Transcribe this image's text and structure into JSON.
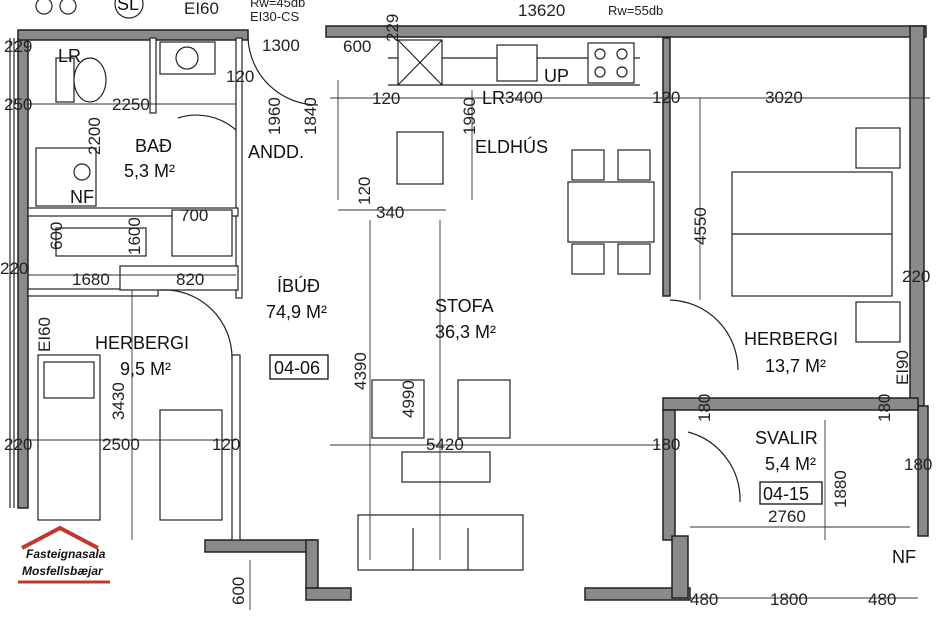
{
  "rooms": {
    "bad": {
      "name": "BAÐ",
      "area": "5,3 M²"
    },
    "andd": {
      "name": "ANDD."
    },
    "eldhus": {
      "name": "ELDHÚS"
    },
    "ibud": {
      "name": "ÍBÚÐ",
      "area": "74,9 M²",
      "number": "04-06"
    },
    "stofa": {
      "name": "STOFA",
      "area": "36,3 M²"
    },
    "herbergi_left": {
      "name": "HERBERGI",
      "area": "9,5 M²"
    },
    "herbergi_right": {
      "name": "HERBERGI",
      "area": "13,7 M²"
    },
    "svalir": {
      "name": "SVALIR",
      "area": "5,4 M²",
      "number": "04-15"
    }
  },
  "labels": {
    "lr_bath": "LR",
    "nf_bath": "NF",
    "lr_kitchen": "LR",
    "up": "UP",
    "nf_balcony": "NF",
    "sl": "SL",
    "rw45": "Rw=45db",
    "rw55": "Rw=55db",
    "ei60_top": "EI60",
    "ei30cs": "EI30-CS",
    "ei60_left": "EI60",
    "ei90_right": "EI90"
  },
  "dimensions": {
    "d13620": "13620",
    "d1300": "1300",
    "d600_top": "600",
    "d229_top": "229",
    "d229_left": "229",
    "d250": "250",
    "d2250": "2250",
    "d120_a": "120",
    "d2200": "2200",
    "d1960_a": "1960",
    "d1840": "1840",
    "d120_b": "120",
    "d3400": "3400",
    "d1960_b": "1960",
    "d120_c": "120",
    "d3020": "3020",
    "d120_d": "120",
    "d340": "340",
    "d700": "700",
    "d600_left": "600",
    "d1600": "1600",
    "d220_a": "220",
    "d1680": "1680",
    "d820": "820",
    "d4550": "4550",
    "d220_right": "220",
    "d4390": "4390",
    "d4990": "4990",
    "d3430": "3430",
    "d220_b": "220",
    "d2500": "2500",
    "d120_e": "120",
    "d5420": "5420",
    "d180_a": "180",
    "d180_b": "180",
    "d180_c": "180",
    "d180_d": "180",
    "d1880": "1880",
    "d2760": "2760",
    "d600_bottom": "600",
    "d480_a": "480",
    "d1800": "1800",
    "d480_b": "480"
  },
  "logo": {
    "line1": "Fasteignasala",
    "line2": "Mosfellsbæjar",
    "color": "#c0392b"
  }
}
